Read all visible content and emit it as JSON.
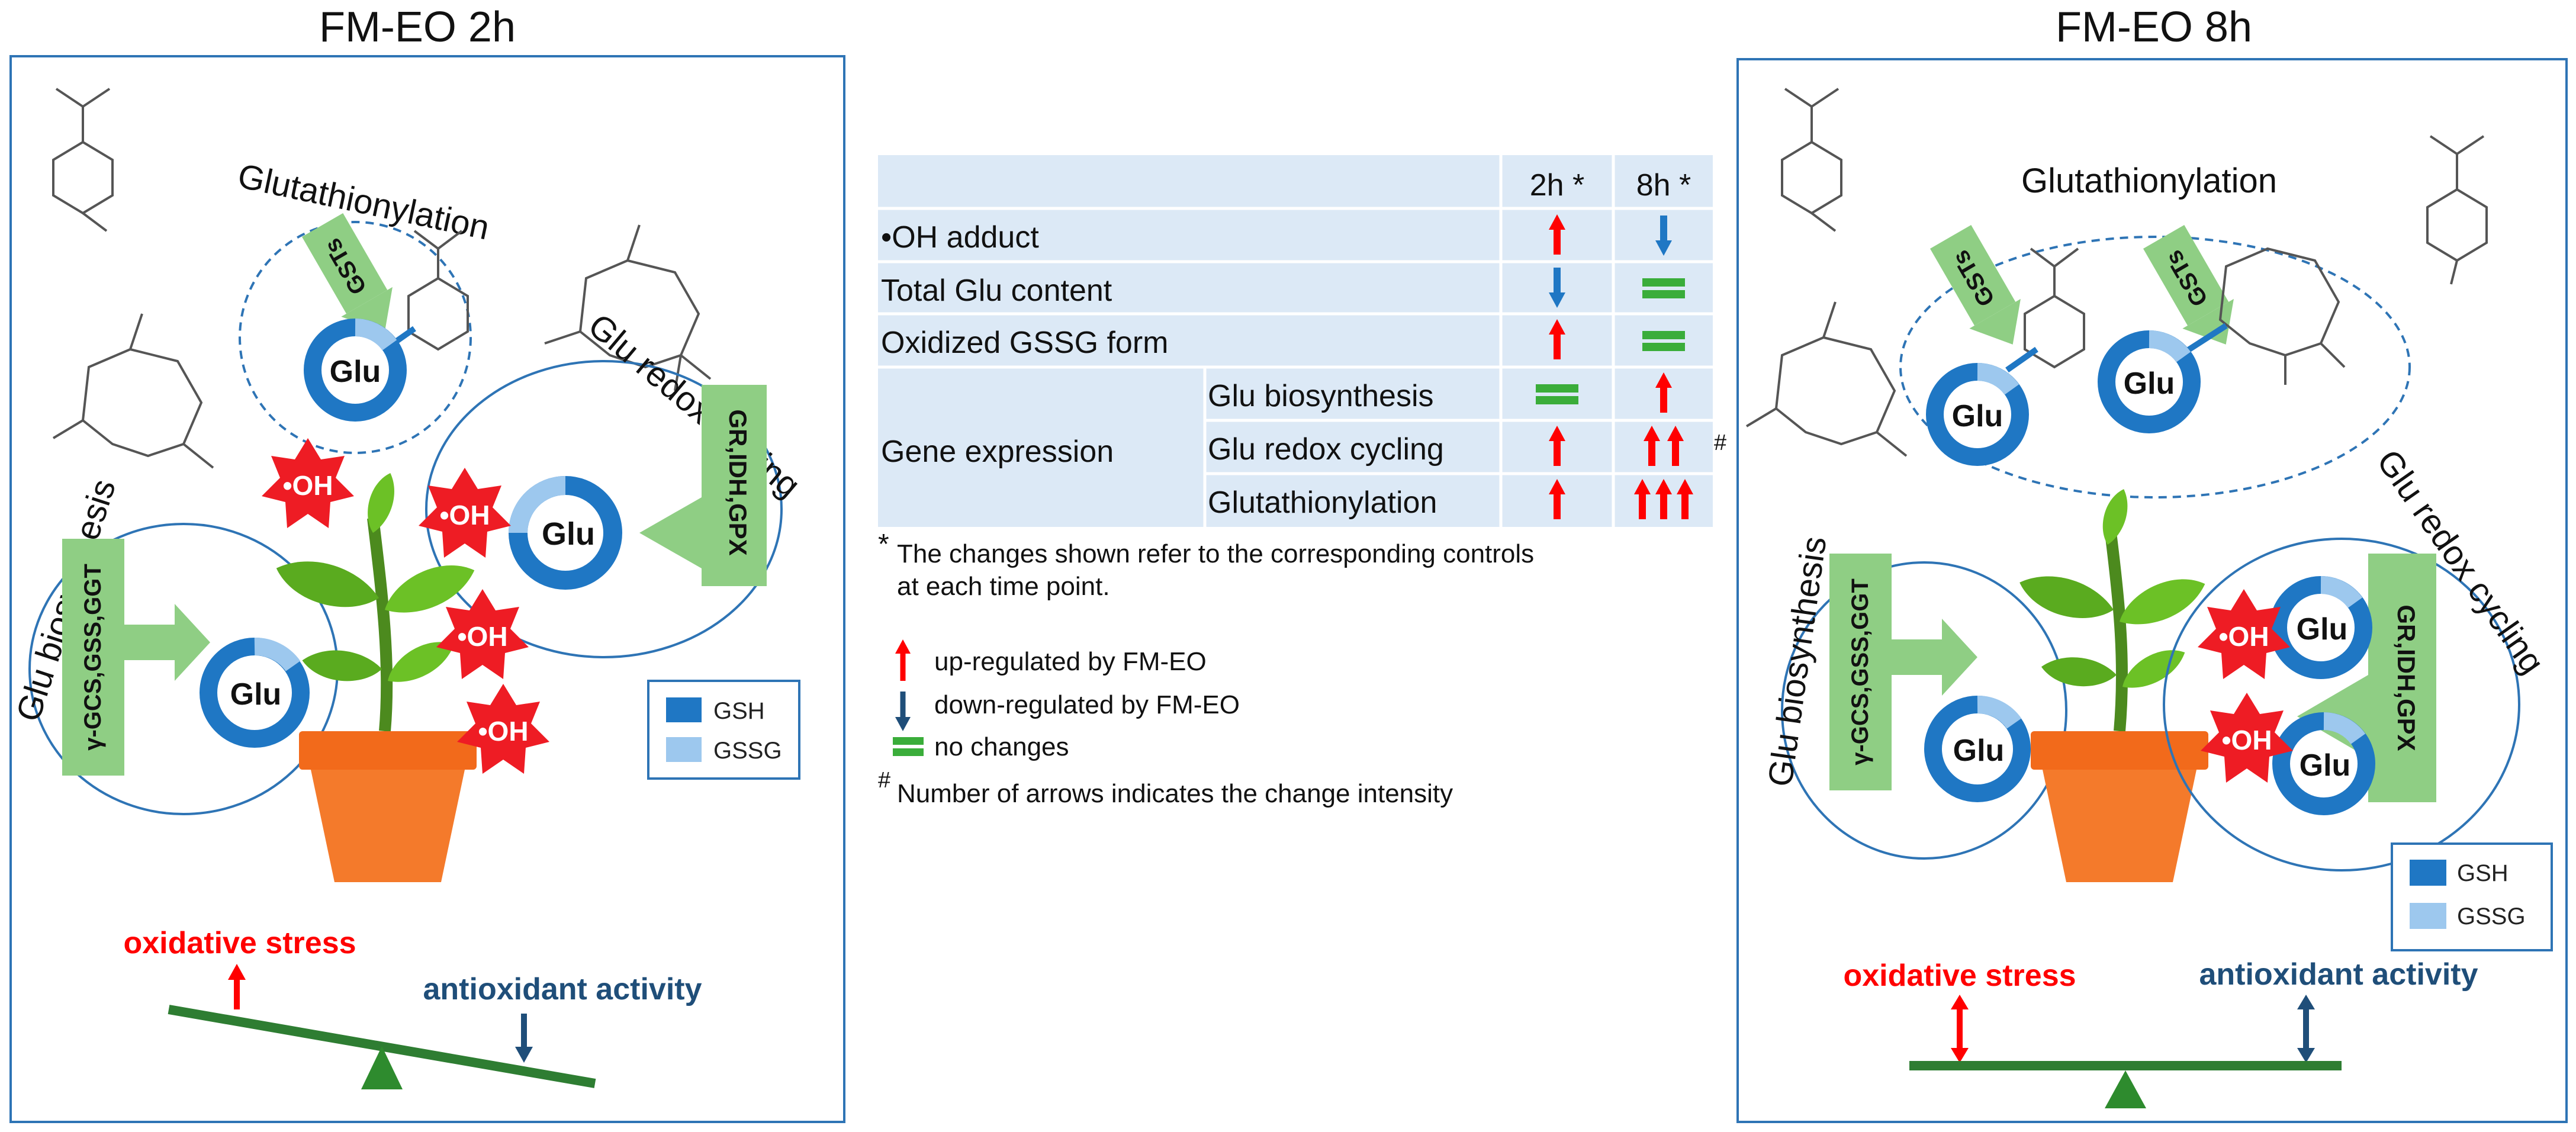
{
  "colors": {
    "frame": "#2e74b5",
    "gsh": "#1f77c4",
    "gssg": "#9dc8ee",
    "enzyme_box": "#8fce84",
    "ros": "#ee1c24",
    "up_arrow": "#ff0000",
    "down_arrow": "#1f4e79",
    "no_change": "#3aad3a",
    "stress_text": "#ff0000",
    "antioxidant_text": "#1f4e79",
    "seesaw": "#2e7d32",
    "table_bg": "#dce9f6",
    "pot": "#f26a1b"
  },
  "panel_2h": {
    "title": "FM-EO 2h",
    "glutathionylation_label": "Glutathionylation",
    "biosynthesis_label": "Glu biosynthesis",
    "redox_label": "Glu redox cycling",
    "gsts_label": "GSTs",
    "biosynthesis_enzymes": "γ-GCS,GSS,GGT",
    "redox_enzymes": "GR,IDH,GPX",
    "glu_label": "Glu",
    "oh_label": "•OH",
    "legend": {
      "gsh": "GSH",
      "gssg": "GSSG"
    },
    "stress_label": "oxidative stress",
    "antioxidant_label": "antioxidant activity"
  },
  "panel_8h": {
    "title": "FM-EO 8h",
    "glutathionylation_label": "Glutathionylation",
    "biosynthesis_label": "Glu biosynthesis",
    "redox_label": "Glu redox cycling",
    "gsts_label": "GSTs",
    "biosynthesis_enzymes": "γ-GCS,GSS,GGT",
    "redox_enzymes": "GR,IDH,GPX",
    "glu_label": "Glu",
    "oh_label": "•OH",
    "legend": {
      "gsh": "GSH",
      "gssg": "GSSG"
    },
    "stress_label": "oxidative stress",
    "antioxidant_label": "antioxidant activity"
  },
  "table": {
    "col_2h": "2h *",
    "col_8h": "8h *",
    "gene_expression": "Gene expression",
    "rows": [
      {
        "label": "•OH adduct",
        "t2h": "up",
        "t8h": "down"
      },
      {
        "label": "Total Glu content",
        "t2h": "down",
        "t8h": "none"
      },
      {
        "label": "Oxidized GSSG form",
        "t2h": "up",
        "t8h": "none"
      },
      {
        "label": "Glu biosynthesis",
        "t2h": "none",
        "t8h": "up"
      },
      {
        "label": "Glu redox cycling",
        "t2h": "up",
        "t8h": "up2"
      },
      {
        "label": "Glutathionylation",
        "t2h": "up",
        "t8h": "up3"
      }
    ],
    "hash_mark": "#"
  },
  "notes": {
    "star": "*",
    "star_line1": "The changes shown refer to the corresponding controls",
    "star_line2": "at each time point.",
    "up": "up-regulated by FM-EO",
    "down": "down-regulated by FM-EO",
    "none": "no changes",
    "hash": "#",
    "hash_text": "Number of arrows indicates the change intensity"
  }
}
